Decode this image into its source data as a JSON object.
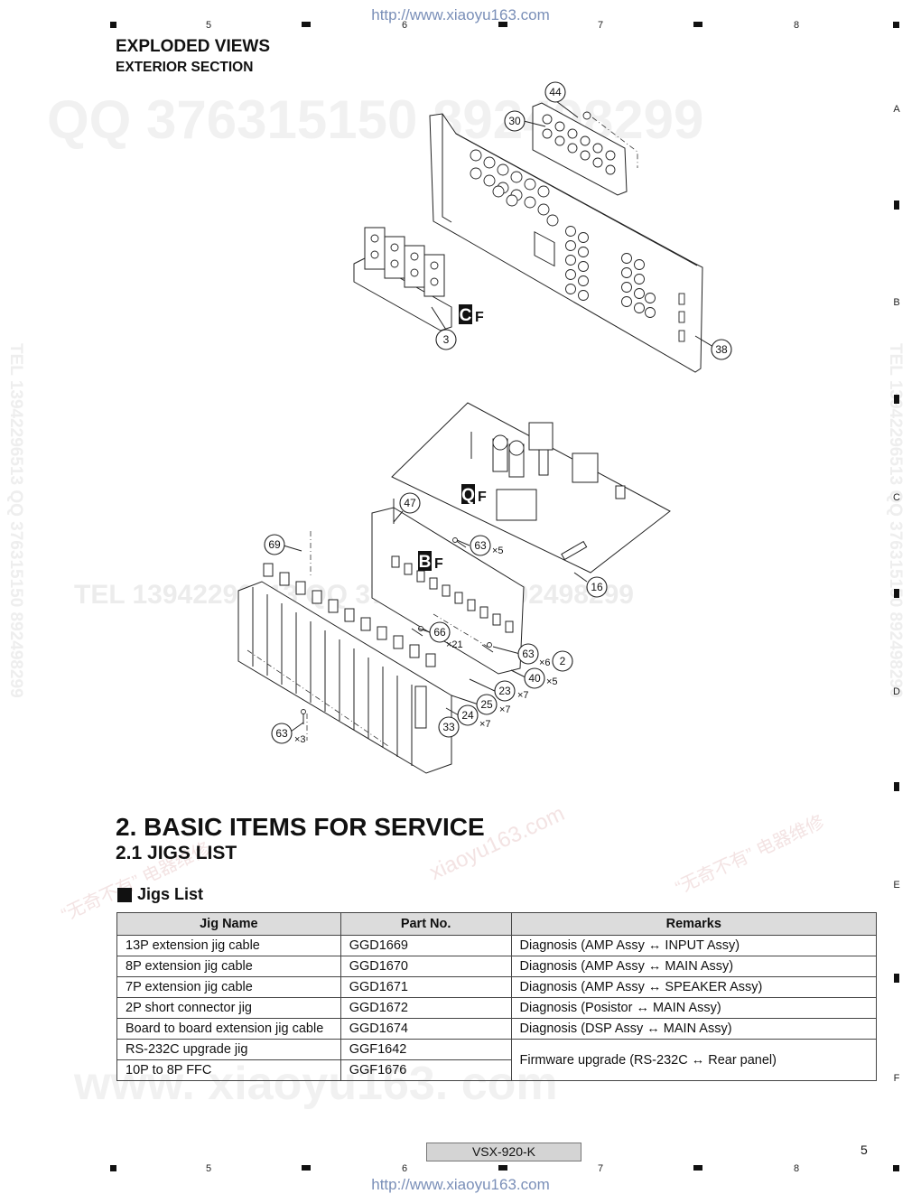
{
  "header_url": "http://www.xiaoyu163.com",
  "footer_url": "http://www.xiaoyu163.com",
  "column_numbers": [
    "5",
    "6",
    "7",
    "8"
  ],
  "row_letters": [
    "A",
    "B",
    "C",
    "D",
    "E",
    "F"
  ],
  "title": {
    "main": "EXPLODED VIEWS",
    "sub": "EXTERIOR SECTION"
  },
  "watermarks": {
    "qq": "QQ 376315150  892498299",
    "tel": "TEL  13942296513  QQ  376315150  892498299",
    "tel_mid": "TEL 13942296513 QQ 376315150 892498299",
    "www": "www. xiaoyu163. com",
    "cn_a": "“无奇不有” 电器维修",
    "cn_b": "xiaoyu163.com"
  },
  "diagram": {
    "callouts": [
      "44",
      "30",
      "3",
      "38",
      "47",
      "69",
      "63",
      "16",
      "66",
      "63",
      "2",
      "40",
      "23",
      "25",
      "24",
      "33",
      "63"
    ],
    "multipliers": [
      "×5",
      "×21",
      "×6",
      "×5",
      "×7",
      "×7",
      "×7",
      "×3"
    ],
    "board_tags": [
      {
        "letter": "C",
        "suffix": "F"
      },
      {
        "letter": "Q",
        "suffix": "F"
      },
      {
        "letter": "B",
        "suffix": "F"
      }
    ]
  },
  "section": {
    "heading": "2. BASIC ITEMS FOR SERVICE",
    "subheading": "2.1  JIGS LIST",
    "list_title": "Jigs List"
  },
  "jigs_table": {
    "headers": [
      "Jig Name",
      "Part No.",
      "Remarks"
    ],
    "rows": [
      [
        "13P extension jig cable",
        "GGD1669",
        "Diagnosis (AMP Assy ↔ INPUT Assy)"
      ],
      [
        "8P extension jig cable",
        "GGD1670",
        "Diagnosis (AMP Assy ↔ MAIN Assy)"
      ],
      [
        "7P extension jig cable",
        "GGD1671",
        "Diagnosis (AMP Assy ↔ SPEAKER Assy)"
      ],
      [
        "2P short connector jig",
        "GGD1672",
        "Diagnosis (Posistor ↔ MAIN Assy)"
      ],
      [
        "Board to board extension jig cable",
        "GGD1674",
        "Diagnosis (DSP Assy ↔ MAIN Assy)"
      ],
      [
        "RS-232C upgrade jig",
        "GGF1642",
        "Firmware upgrade (RS-232C ↔ Rear panel)"
      ],
      [
        "10P to 8P FFC",
        "GGF1676",
        ""
      ]
    ]
  },
  "footer": {
    "model": "VSX-920-K",
    "page_number": "5"
  }
}
